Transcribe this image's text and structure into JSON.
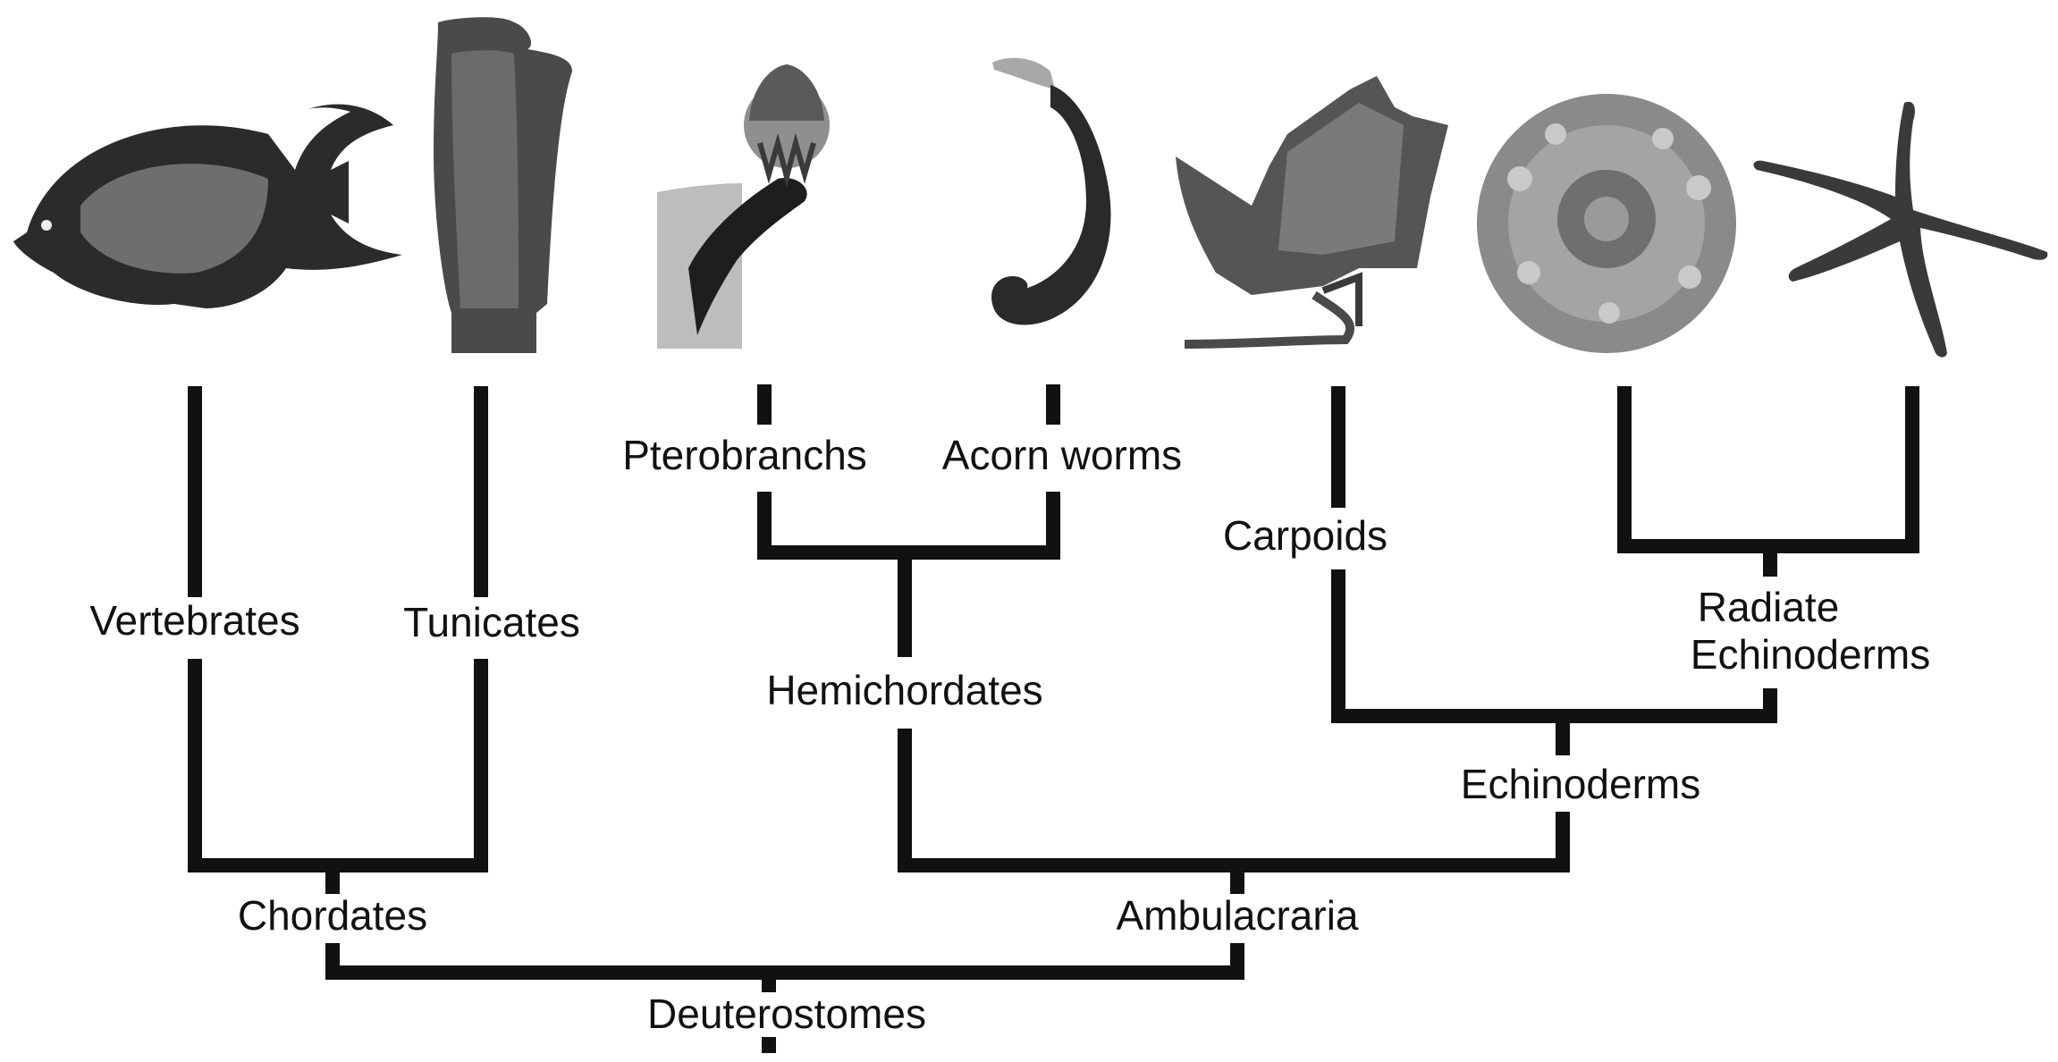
{
  "colors": {
    "background": "#ffffff",
    "line": "#111111",
    "label": "#111111"
  },
  "organisms": [
    {
      "key": "vertebrates",
      "icon": "angelfish-icon"
    },
    {
      "key": "tunicates",
      "icon": "tunicate-icon"
    },
    {
      "key": "pterobranchs",
      "icon": "pterobranch-icon"
    },
    {
      "key": "acorn_worms",
      "icon": "acorn-worm-icon"
    },
    {
      "key": "carpoids",
      "icon": "carpoid-icon"
    },
    {
      "key": "sea_urchin",
      "icon": "sea-urchin-icon"
    },
    {
      "key": "starfish",
      "icon": "starfish-icon"
    }
  ],
  "labels": {
    "vertebrates": "Vertebrates",
    "tunicates": "Tunicates",
    "pterobranchs": "Pterobranchs",
    "acorn_worms": "Acorn worms",
    "carpoids": "Carpoids",
    "radiate_echinoderms_line1": "Radiate",
    "radiate_echinoderms_line2": "Echinoderms",
    "hemichordates": "Hemichordates",
    "echinoderms": "Echinoderms",
    "chordates": "Chordates",
    "ambulacraria": "Ambulacraria",
    "deuterostomes": "Deuterostomes"
  }
}
